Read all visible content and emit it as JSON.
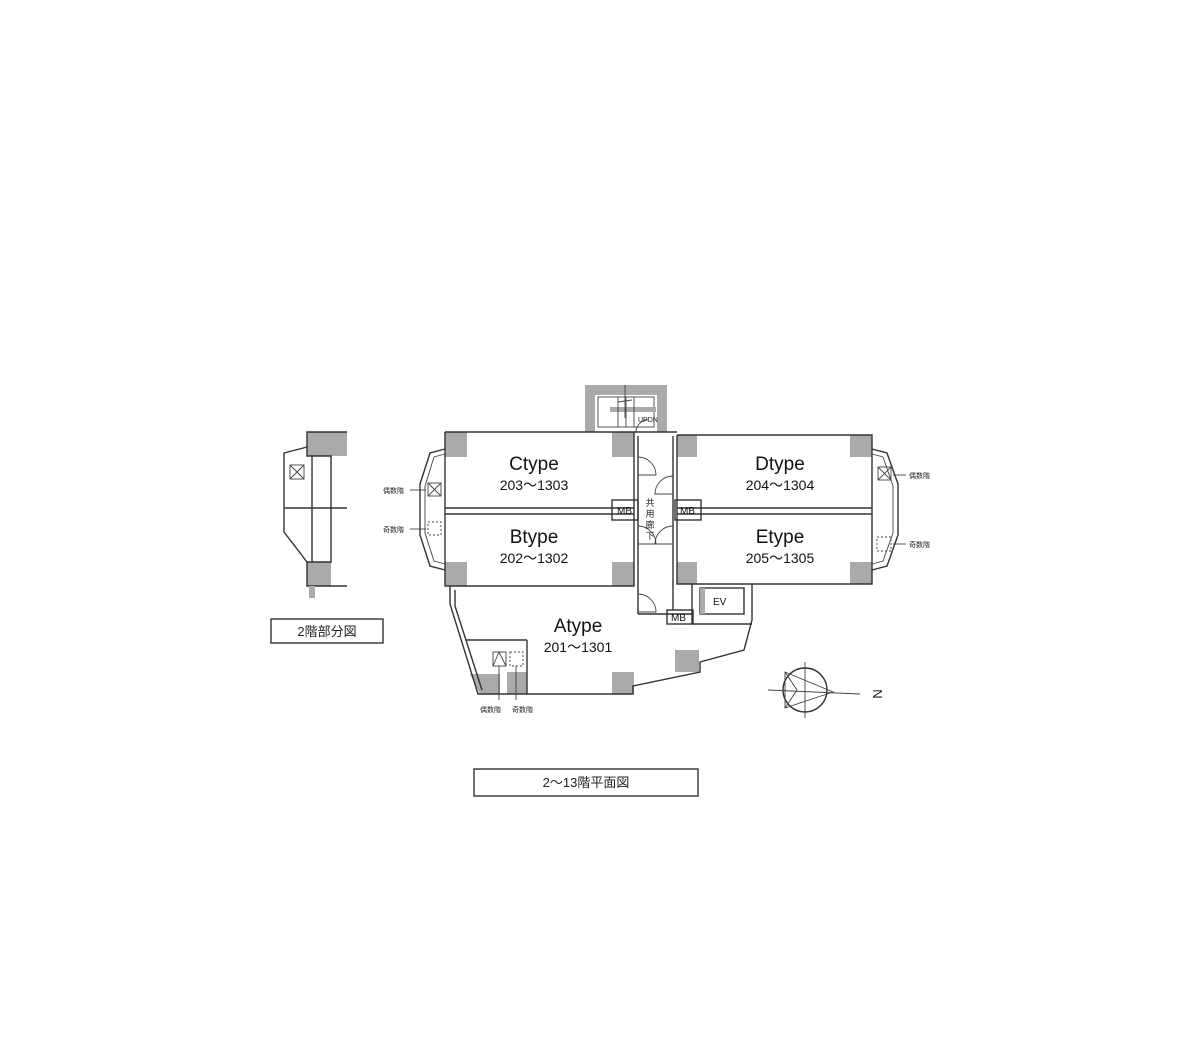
{
  "rooms": {
    "c": {
      "title": "Ctype",
      "range": "203〜1303"
    },
    "d": {
      "title": "Dtype",
      "range": "204〜1304"
    },
    "b": {
      "title": "Btype",
      "range": "202〜1302"
    },
    "e": {
      "title": "Etype",
      "range": "205〜1305"
    },
    "a": {
      "title": "Atype",
      "range": "201〜1301"
    }
  },
  "corridor": {
    "label": "共用廊下"
  },
  "stair_label": "UPDN",
  "mb_label": "MB",
  "ev_label": "EV",
  "floor_labels": {
    "even": "偶数階",
    "odd": "奇数階"
  },
  "captions": {
    "partial": "2階部分図",
    "plan": "2〜13階平面図"
  },
  "north_label": "N"
}
